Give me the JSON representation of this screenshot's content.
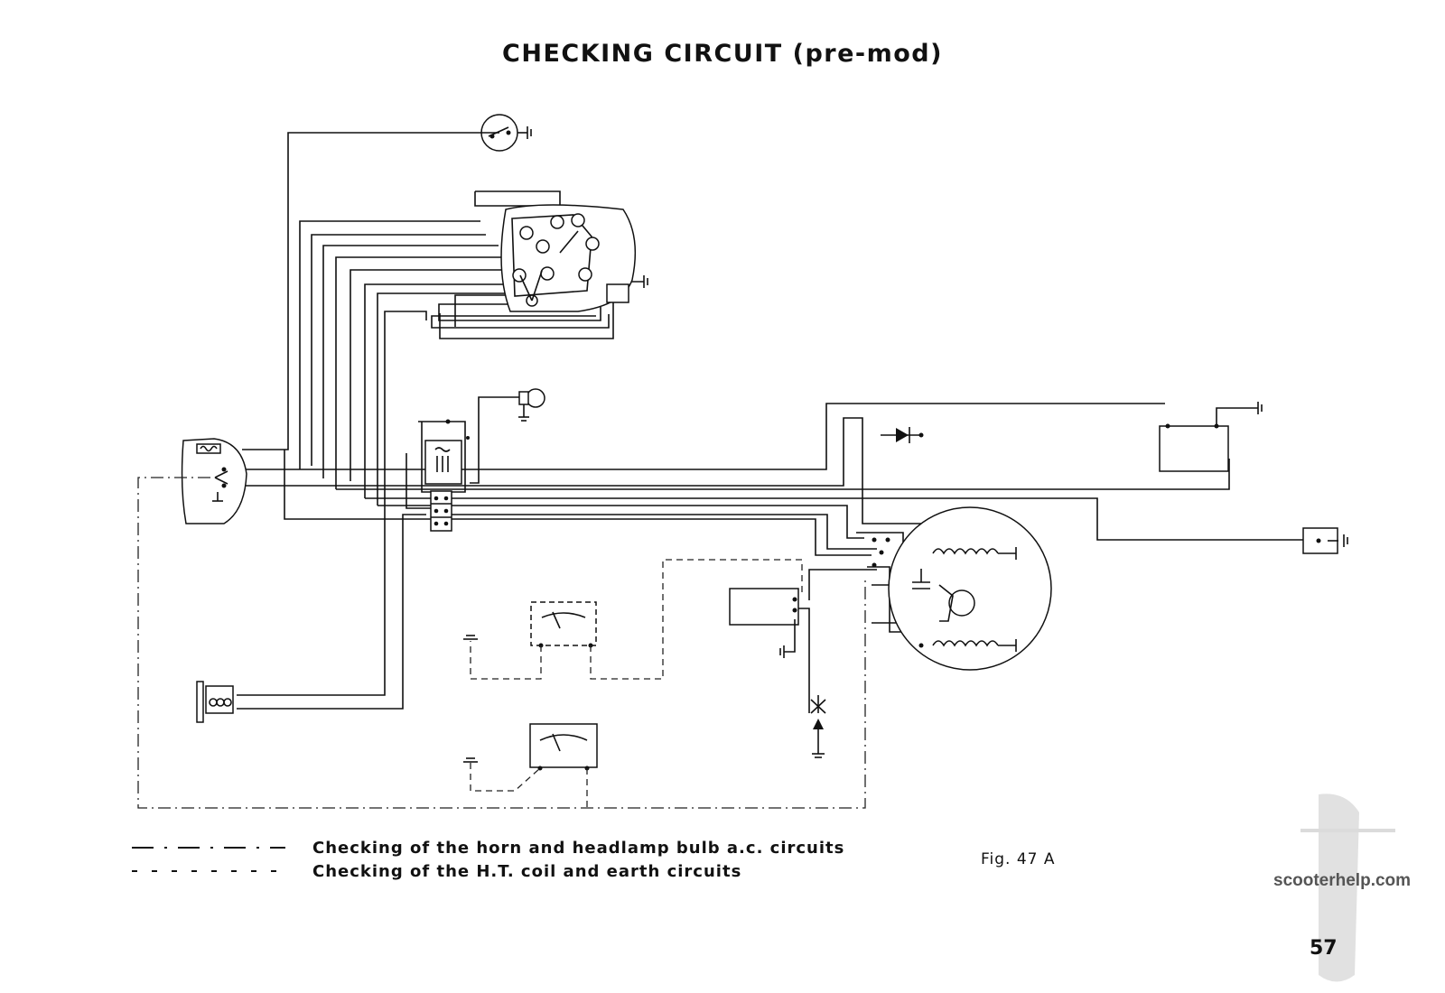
{
  "title": "CHECKING CIRCUIT (pre-mod)",
  "legend": [
    {
      "symbol": "— . — . — .",
      "text": "Checking of the horn and headlamp bulb a.c. circuits"
    },
    {
      "symbol": "- - - - - - -",
      "text": "Checking of the H.T. coil and earth circuits"
    }
  ],
  "figure_label": "Fig. 47 A",
  "watermark": "scooterhelp.com",
  "page_number": "57",
  "colors": {
    "ink": "#111111",
    "background": "#ffffff",
    "watermark": "#555555"
  }
}
